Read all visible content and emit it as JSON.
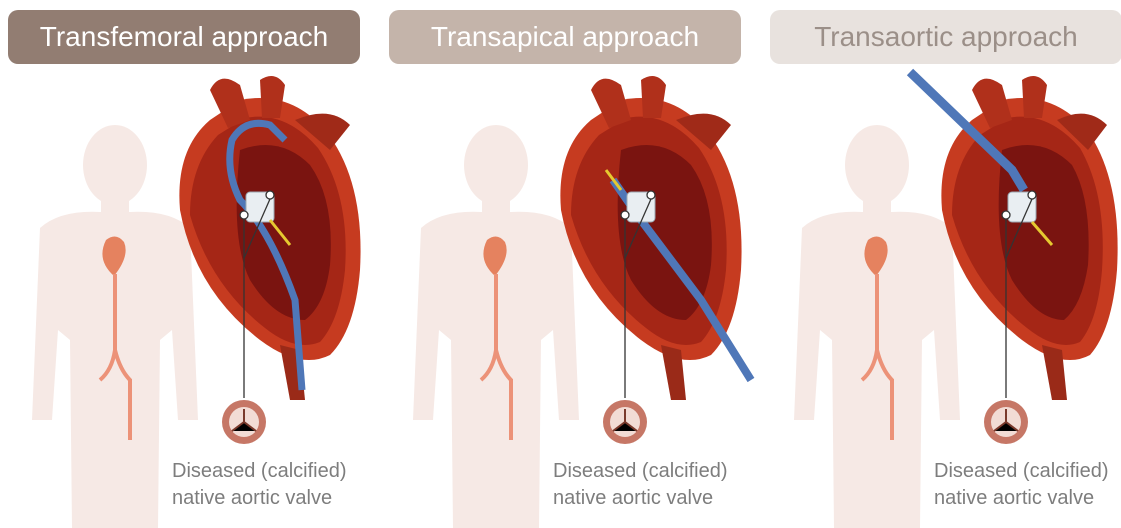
{
  "panels": [
    {
      "title": "Transfemoral approach",
      "tab_color": "#927d72",
      "tab_text_color": "#ffffff",
      "caption_line1": "Diseased (calcified)",
      "caption_line2": "native aortic valve"
    },
    {
      "title": "Transapical approach",
      "tab_color": "#c4b4aa",
      "tab_text_color": "#ffffff",
      "caption_line1": "Diseased (calcified)",
      "caption_line2": "native aortic valve"
    },
    {
      "title": "Transaortic approach",
      "tab_color": "#e8e2de",
      "tab_text_color": "#9b8f88",
      "caption_line1": "Diseased (calcified)",
      "caption_line2": "native aortic valve"
    }
  ],
  "icons": [
    "body-silhouette-icon",
    "heart-illustration-icon",
    "catheter-icon",
    "aortic-valve-icon"
  ]
}
